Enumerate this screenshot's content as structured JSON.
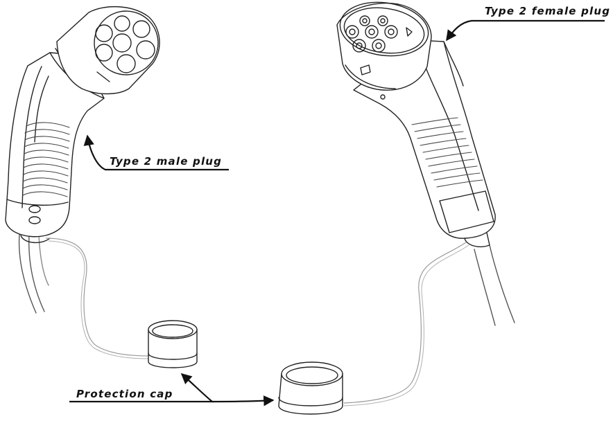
{
  "labels": {
    "male_plug": "Type 2 male plug",
    "female_plug": "Type 2 female plug",
    "protection_cap": "Protection cap"
  },
  "colors": {
    "ink": "#111111",
    "outline": "#222222",
    "light_line": "#9a9a9a",
    "fill": "#ffffff"
  }
}
